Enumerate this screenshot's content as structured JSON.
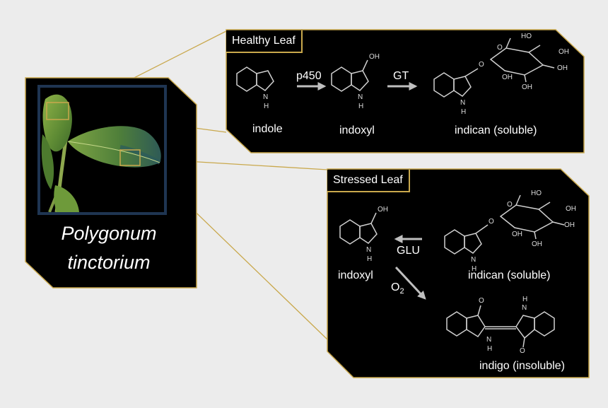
{
  "species": {
    "line1": "Polygonum",
    "line2": "tinctorium"
  },
  "healthy": {
    "title": "Healthy Leaf",
    "molecules": [
      "indole",
      "indoxyl",
      "indican (soluble)"
    ],
    "enzymes": [
      "p450",
      "GT"
    ]
  },
  "stressed": {
    "title": "Stressed Leaf",
    "molecules": [
      "indoxyl",
      "indican (soluble)",
      "indigo (insoluble)"
    ],
    "enzyme": "GLU",
    "oxidant": {
      "base": "O",
      "sub": "2"
    }
  },
  "atoms": {
    "oh": "OH",
    "ho": "HO",
    "o": "O",
    "n": "N",
    "h": "H"
  },
  "colors": {
    "panel": "#000000",
    "border": "#c9a84c",
    "leaf_frame": "#1f3552",
    "arrow": "#bfbfbf",
    "structure": "#cfcfcf"
  }
}
